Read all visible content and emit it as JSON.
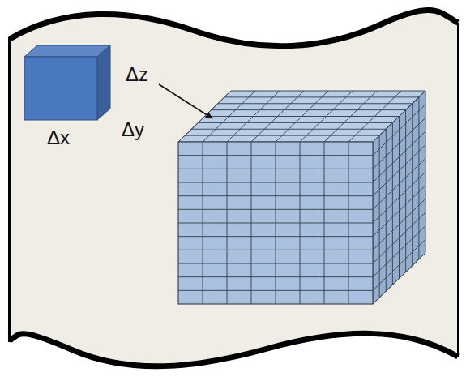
{
  "diagram": {
    "labels": [
      "Δz",
      "Δx",
      "Δy"
    ]
  }
}
